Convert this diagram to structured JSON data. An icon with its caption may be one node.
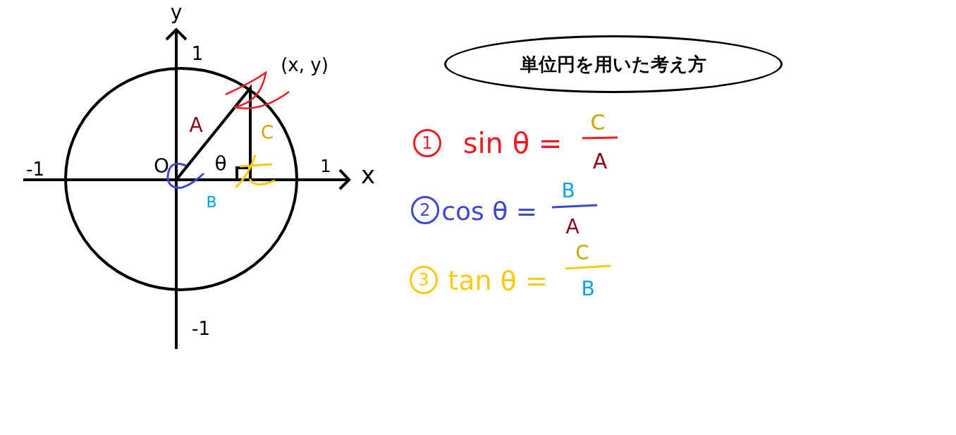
{
  "diagram": {
    "nodes": [
      {
        "text": [
          "単位円を用いた考え方"
        ]
      }
    ],
    "labels": [
      "y",
      "1",
      "(x, y)",
      "A",
      "C",
      "-1",
      "O",
      "θ",
      "1",
      "x",
      "B",
      "-1",
      "1",
      "sin θ =",
      "C",
      "A",
      "2",
      "cos θ =",
      "B",
      "A",
      "3",
      "tan θ =",
      "C",
      "B"
    ]
  }
}
